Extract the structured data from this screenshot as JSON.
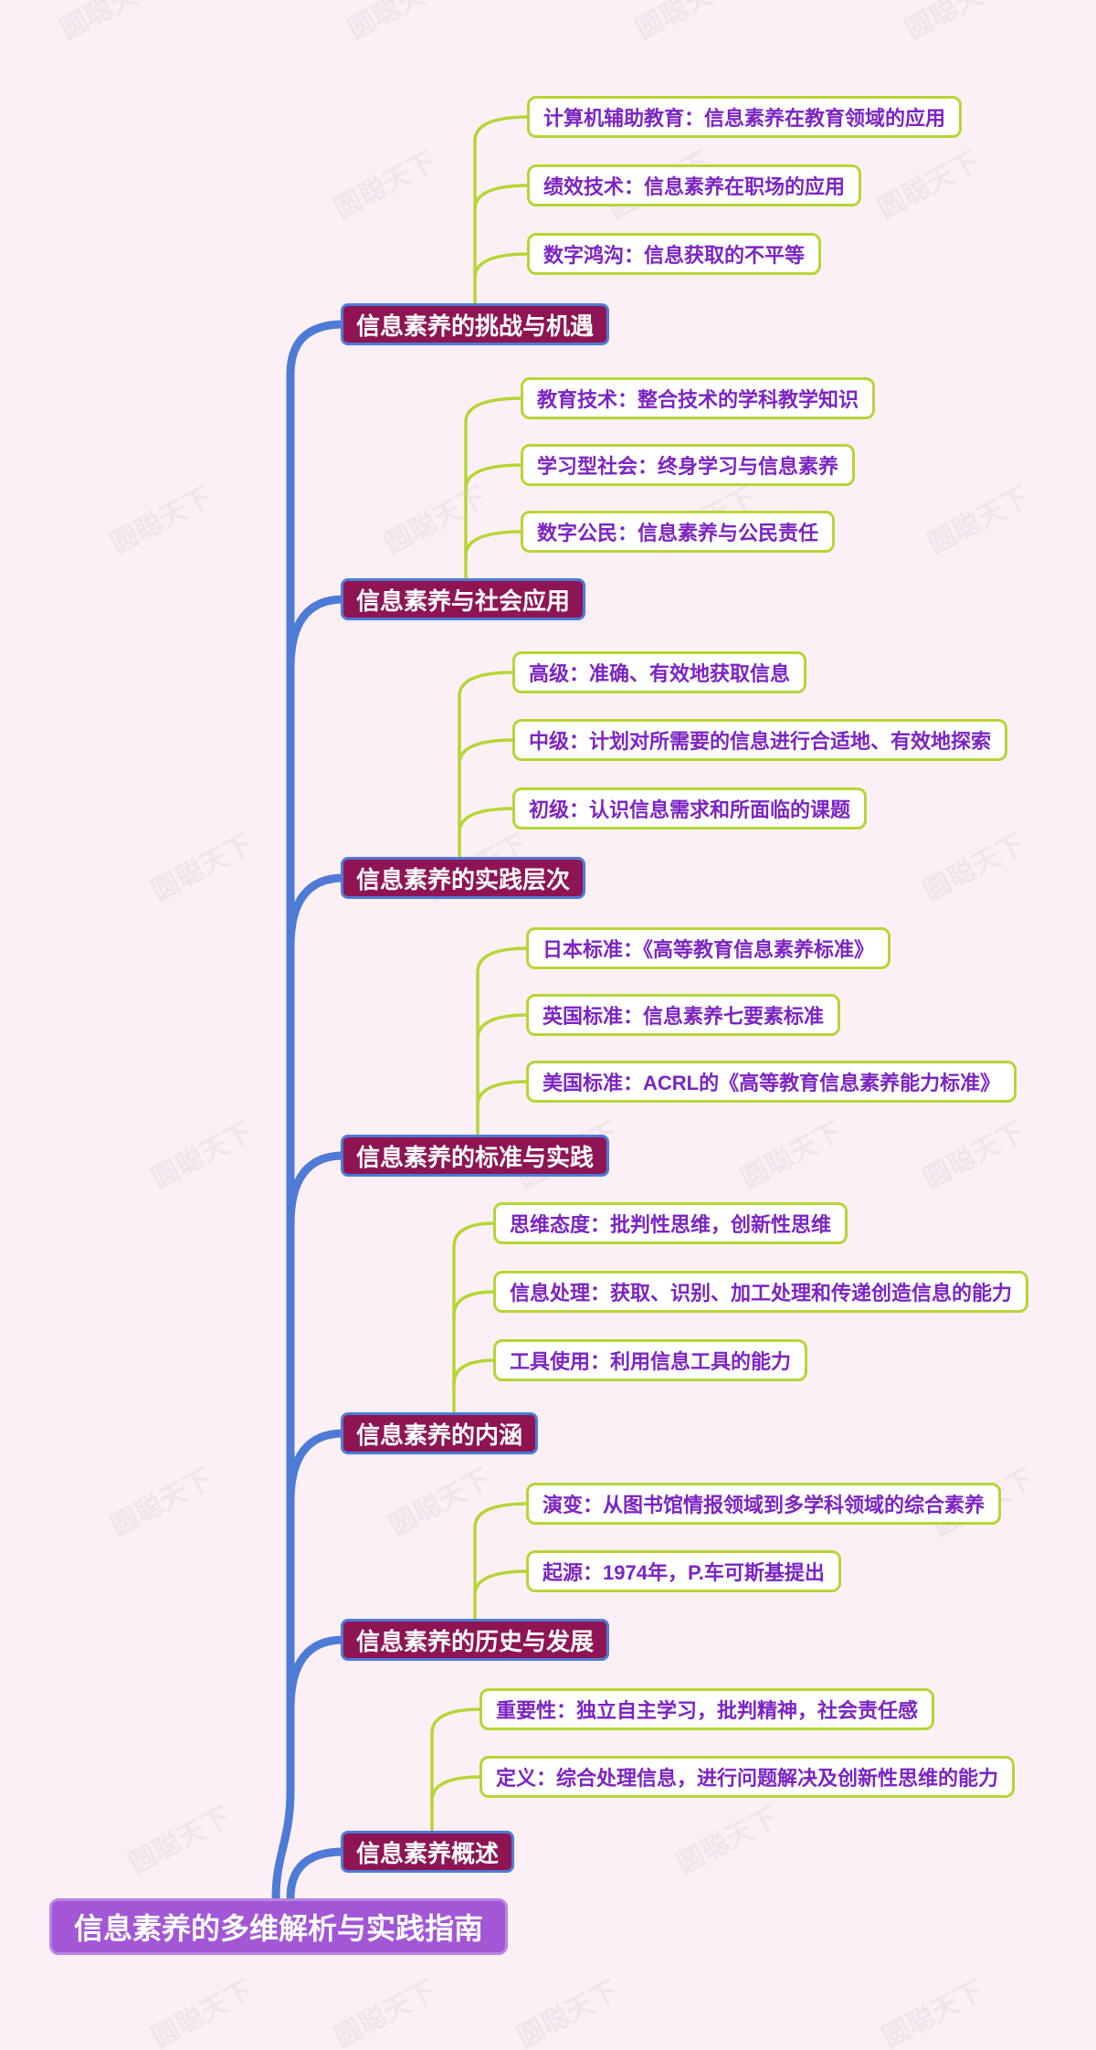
{
  "root": {
    "label": "信息素养的多维解析与实践指南"
  },
  "branches": [
    {
      "label": "信息素养的挑战与机遇",
      "children": [
        "计算机辅助教育：信息素养在教育领域的应用",
        "绩效技术：信息素养在职场的应用",
        "数字鸿沟：信息获取的不平等"
      ]
    },
    {
      "label": "信息素养与社会应用",
      "children": [
        "教育技术：整合技术的学科教学知识",
        "学习型社会：终身学习与信息素养",
        "数字公民：信息素养与公民责任"
      ]
    },
    {
      "label": "信息素养的实践层次",
      "children": [
        "高级：准确、有效地获取信息",
        "中级：计划对所需要的信息进行合适地、有效地探索",
        "初级：认识信息需求和所面临的课题"
      ]
    },
    {
      "label": "信息素养的标准与实践",
      "children": [
        "日本标准：《高等教育信息素养标准》",
        "英国标准：信息素养七要素标准",
        "美国标准：ACRL的《高等教育信息素养能力标准》"
      ]
    },
    {
      "label": "信息素养的内涵",
      "children": [
        "思维态度：批判性思维，创新性思维",
        "信息处理：获取、识别、加工处理和传递创造信息的能力",
        "工具使用：利用信息工具的能力"
      ]
    },
    {
      "label": "信息素养的历史与发展",
      "children": [
        "演变：从图书馆情报领域到多学科领域的综合素养",
        "起源：1974年，P.车可斯基提出"
      ]
    },
    {
      "label": "信息素养概述",
      "children": [
        "重要性：独立自主学习，批判精神，社会责任感",
        "定义：综合处理信息，进行问题解决及创新性思维的能力"
      ]
    }
  ],
  "watermark": {
    "text": "圆聪天下"
  },
  "colors": {
    "background": "#fdeff6",
    "trunk_blue": "#4d7bd6",
    "branch_fill": "#8e1453",
    "branch_text": "#ffffff",
    "child_border_green": "#b5d634",
    "child_text_purple": "#7c24c4",
    "root_fill": "#a356d6",
    "root_border": "#b986e3",
    "root_text": "#ffffff",
    "watermark_gray": "#8d7a8d"
  }
}
